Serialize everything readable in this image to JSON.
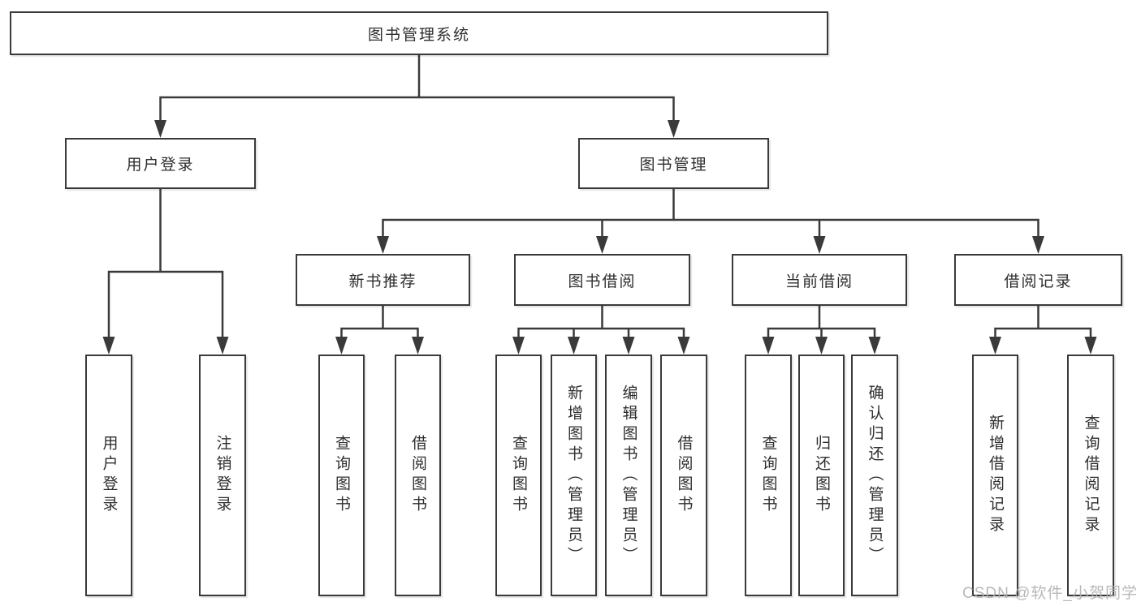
{
  "diagram": {
    "root": {
      "label": "图书管理系统"
    },
    "level2": [
      {
        "label": "用户登录",
        "children": [
          {
            "label": "用户登录"
          },
          {
            "label": "注销登录"
          }
        ]
      },
      {
        "label": "图书管理",
        "children": [
          {
            "label": "新书推荐",
            "children": [
              {
                "label": "查询图书"
              },
              {
                "label": "借阅图书"
              }
            ]
          },
          {
            "label": "图书借阅",
            "children": [
              {
                "label": "查询图书"
              },
              {
                "label": "新增图书（管理员）"
              },
              {
                "label": "编辑图书（管理员）"
              },
              {
                "label": "借阅图书"
              }
            ]
          },
          {
            "label": "当前借阅",
            "children": [
              {
                "label": "查询图书"
              },
              {
                "label": "归还图书"
              },
              {
                "label": "确认归还（管理员）"
              }
            ]
          },
          {
            "label": "借阅记录",
            "children": [
              {
                "label": "新增借阅记录"
              },
              {
                "label": "查询借阅记录"
              }
            ]
          }
        ]
      }
    ],
    "watermark": "CSDN @软件_小贺同学",
    "colors": {
      "line": "#3a3a3a",
      "box_border": "#3a3a3a",
      "box_bg": "#ffffff",
      "text": "#2e2e2e",
      "watermark": "#b2b2b2"
    }
  }
}
